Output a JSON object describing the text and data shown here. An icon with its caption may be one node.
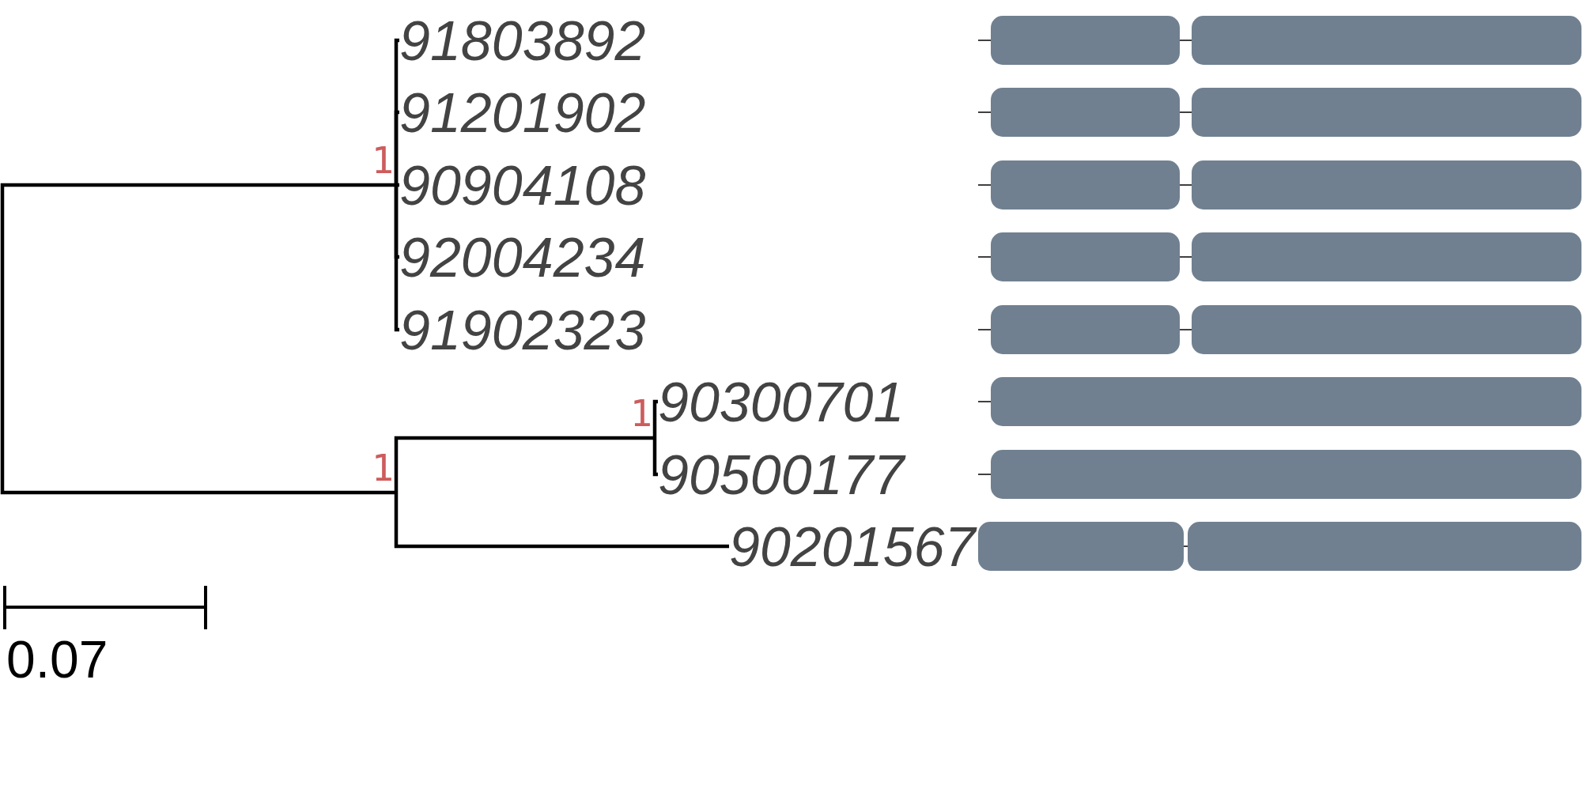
{
  "diagram": {
    "nodes": [
      {
        "text": [
          "91803892"
        ]
      },
      {
        "text": [],
        "shape": "box"
      },
      {
        "text": [],
        "shape": "box"
      },
      {
        "text": [
          "91201902"
        ]
      },
      {
        "text": [],
        "shape": "box"
      },
      {
        "text": [],
        "shape": "box"
      },
      {
        "text": [
          "1"
        ]
      },
      {
        "text": [
          "90904108"
        ]
      },
      {
        "text": [],
        "shape": "box"
      },
      {
        "text": [],
        "shape": "box"
      },
      {
        "text": [
          "92004234"
        ]
      },
      {
        "text": [],
        "shape": "box"
      },
      {
        "text": [],
        "shape": "box"
      },
      {
        "text": [
          "91902323"
        ]
      },
      {
        "text": [],
        "shape": "box"
      },
      {
        "text": [],
        "shape": "box"
      },
      {
        "text": [
          "1"
        ]
      },
      {
        "text": [
          "90300701"
        ]
      },
      {
        "text": [],
        "shape": "box"
      },
      {
        "text": [
          "1"
        ]
      },
      {
        "text": [
          "90500177"
        ]
      },
      {
        "text": [],
        "shape": "box"
      },
      {
        "text": [
          "90201567"
        ]
      },
      {
        "text": [],
        "shape": "box"
      },
      {
        "text": [],
        "shape": "box"
      }
    ],
    "edges": [
      {
        "from": 6,
        "to": 19,
        "arrow": "none"
      },
      {
        "from": 6,
        "to": 0,
        "arrow": "none"
      },
      {
        "from": 6,
        "to": 3,
        "arrow": "none"
      },
      {
        "from": 6,
        "to": 7,
        "arrow": "none"
      },
      {
        "from": 6,
        "to": 10,
        "arrow": "none"
      },
      {
        "from": 6,
        "to": 13,
        "arrow": "none"
      },
      {
        "from": 19,
        "to": 16,
        "arrow": "none"
      },
      {
        "from": 19,
        "to": 22,
        "arrow": "none"
      },
      {
        "from": 16,
        "to": 17,
        "arrow": "none"
      },
      {
        "from": 16,
        "to": 20,
        "arrow": "none"
      },
      {
        "from": 1,
        "to": 2,
        "arrow": "none"
      },
      {
        "from": 4,
        "to": 5,
        "arrow": "none"
      },
      {
        "from": 8,
        "to": 9,
        "arrow": "none"
      },
      {
        "from": 11,
        "to": 12,
        "arrow": "none"
      },
      {
        "from": 14,
        "to": 15,
        "arrow": "none"
      },
      {
        "from": 23,
        "to": 24,
        "arrow": "none"
      },
      {
        "from": null,
        "to": 1,
        "arrow": "none"
      },
      {
        "from": null,
        "to": 4,
        "arrow": "none"
      },
      {
        "from": null,
        "to": 8,
        "arrow": "none"
      },
      {
        "from": null,
        "to": 11,
        "arrow": "none"
      },
      {
        "from": null,
        "to": 14,
        "arrow": "none"
      },
      {
        "from": null,
        "to": 18,
        "arrow": "none"
      },
      {
        "from": null,
        "to": 21,
        "arrow": "none"
      }
    ],
    "labels": [
      "0.07"
    ]
  }
}
